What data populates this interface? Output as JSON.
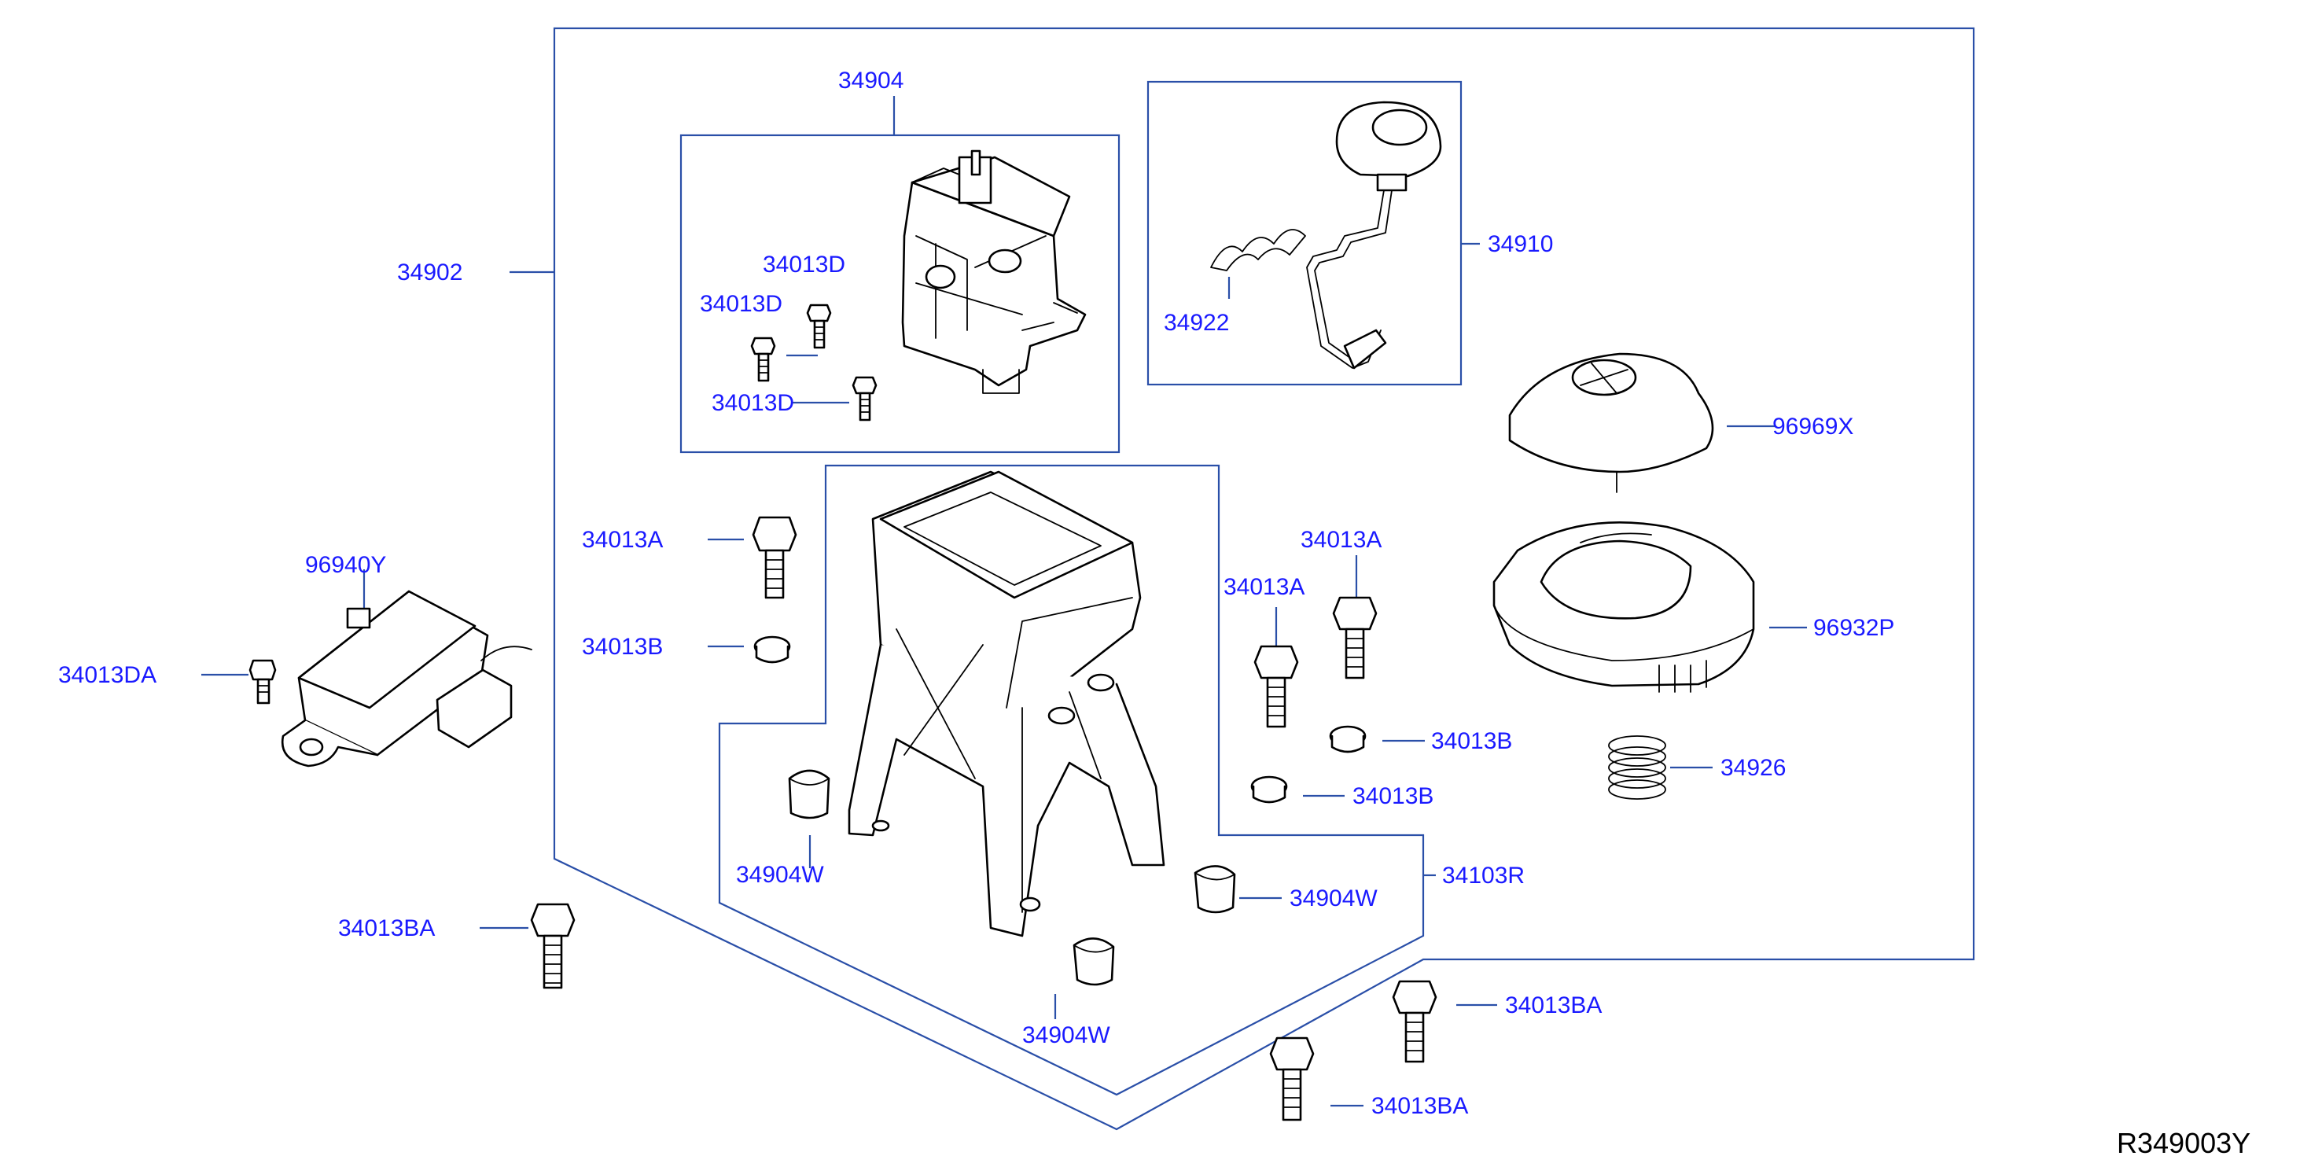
{
  "diagram": {
    "reference_code": "R349003Y",
    "colors": {
      "label": "#1a1aff",
      "frame": "#2a4fa8",
      "line_art": "#000000",
      "background": "#ffffff"
    },
    "labels": {
      "p34902": "34902",
      "p34904": "34904",
      "p34013d_a": "34013D",
      "p34013d_b": "34013D",
      "p34013d_c": "34013D",
      "p34910": "34910",
      "p34922": "34922",
      "p96969x": "96969X",
      "p96940y": "96940Y",
      "p34013da": "34013DA",
      "p34013a_left": "34013A",
      "p34013b_left": "34013B",
      "p34013a_mid1": "34013A",
      "p34013a_mid2": "34013A",
      "p96932p": "96932P",
      "p34013b_r1": "34013B",
      "p34013b_r2": "34013B",
      "p34926": "34926",
      "p34904w_left": "34904W",
      "p34103r": "34103R",
      "p34904w_right": "34904W",
      "p34904w_bottom": "34904W",
      "p34013ba_left": "34013BA",
      "p34013ba_right1": "34013BA",
      "p34013ba_right2": "34013BA"
    }
  }
}
